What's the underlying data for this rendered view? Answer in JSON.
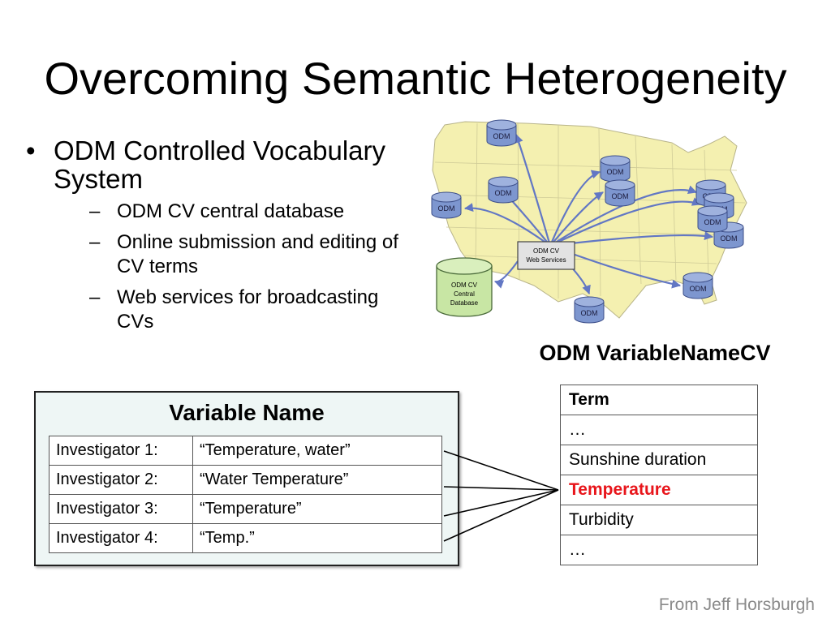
{
  "slide": {
    "title": "Overcoming Semantic Heterogeneity",
    "bullet": "ODM Controlled Vocabulary System",
    "sub_bullets": [
      "ODM CV central database",
      "Online submission and editing of CV terms",
      "Web services for broadcasting CVs"
    ],
    "credit": "From Jeff Horsburgh"
  },
  "map": {
    "nodes": [
      "ODM",
      "ODM",
      "ODM",
      "ODM",
      "ODM",
      "ODM",
      "ODM",
      "ODM",
      "ODM",
      "ODM",
      "ODM"
    ],
    "web_services": [
      "ODM CV",
      "Web Services"
    ],
    "central_db": [
      "ODM CV",
      "Central",
      "Database"
    ]
  },
  "cv_title": "ODM VariableNameCV",
  "variable_box": {
    "heading": "Variable Name",
    "rows": [
      {
        "investigator": "Investigator 1:",
        "value": "“Temperature, water”"
      },
      {
        "investigator": "Investigator 2:",
        "value": "“Water Temperature”"
      },
      {
        "investigator": "Investigator 3:",
        "value": "“Temperature”"
      },
      {
        "investigator": "Investigator 4:",
        "value": "“Temp.”"
      }
    ]
  },
  "term_table": {
    "header": "Term",
    "rows": [
      "…",
      "Sunshine duration",
      "Temperature",
      "Turbidity",
      "…"
    ],
    "highlight_color": "#e8151b"
  },
  "colors": {
    "map_land": "#f4f0b0",
    "db_blue": "#7d96cf",
    "db_green": "#c8e6a4",
    "arrow": "#6277c4"
  }
}
